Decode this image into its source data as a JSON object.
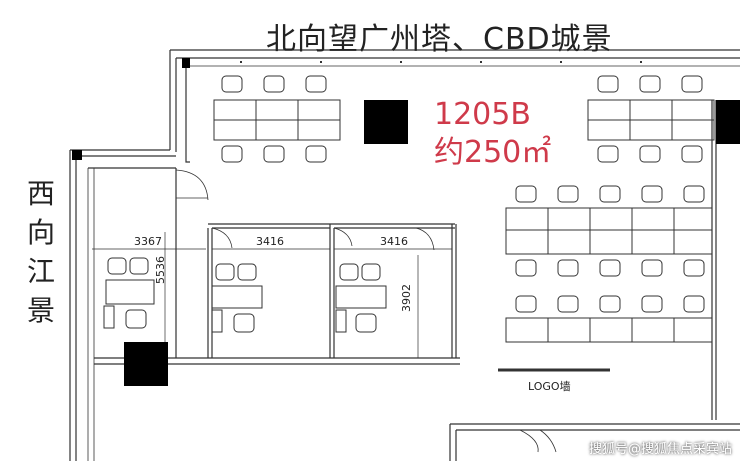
{
  "views": {
    "north": "北向望广州塔、CBD城景",
    "west": [
      "西",
      "向",
      "江",
      "景"
    ]
  },
  "unit": {
    "number": "1205B",
    "area": "约250㎡"
  },
  "dimensions": {
    "office1_width": "3367",
    "office1_depth": "5536",
    "office2_width": "3416",
    "office3_width": "3416",
    "office3_depth": "3902"
  },
  "labels": {
    "logo_wall": "LOGO墙"
  },
  "watermark": "搜狐号@搜狐焦点采宾站",
  "colors": {
    "wall": "#333333",
    "column": "#000000",
    "unit_text": "#cf3a4a"
  }
}
